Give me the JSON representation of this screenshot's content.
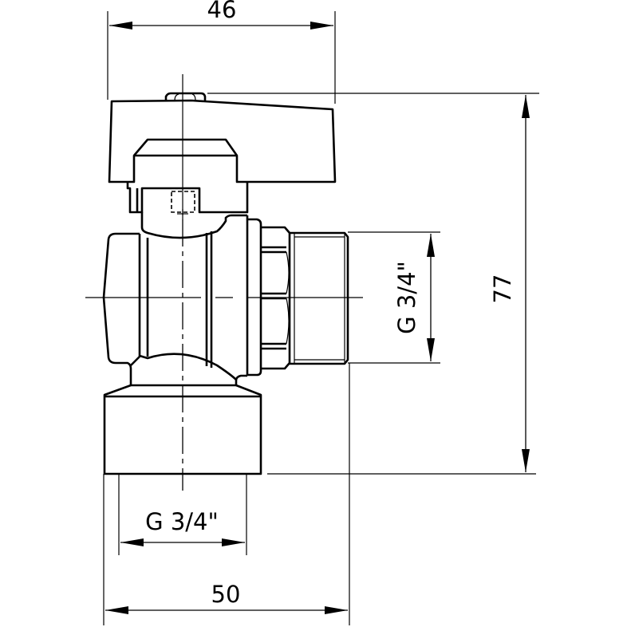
{
  "drawing": {
    "subject": "angled ball valve technical drawing",
    "dimensions": {
      "top_width": "46",
      "bottom_width": "50",
      "overall_height": "77",
      "side_thread": "G 3/4\"",
      "bottom_thread": "G 3/4\""
    },
    "colors": {
      "line": "#000000",
      "background": "#ffffff"
    }
  }
}
